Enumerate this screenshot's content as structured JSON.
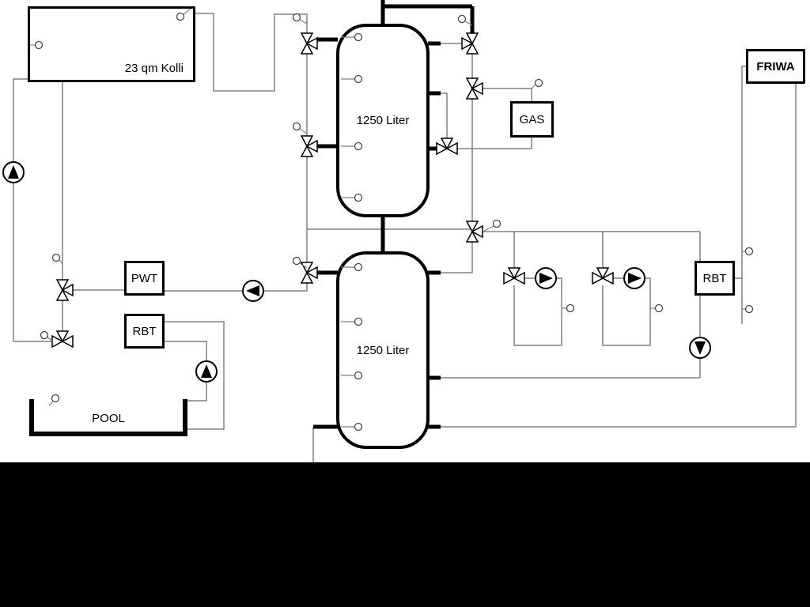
{
  "diagram": {
    "type": "hydraulic-heating-schematic",
    "labels": {
      "collector": "23 qm Kolli",
      "tank_upper": "1250 Liter",
      "tank_lower": "1250 Liter",
      "gas": "GAS",
      "friwa": "FRIWA",
      "pwt": "PWT",
      "rbt_left": "RBT",
      "rbt_right": "RBT",
      "pool": "POOL"
    },
    "colors": {
      "line": "#808080",
      "pipe": "#000000",
      "component_fill": "#ffffff",
      "background": "#ffffff",
      "bottom_band": "#000000"
    }
  }
}
